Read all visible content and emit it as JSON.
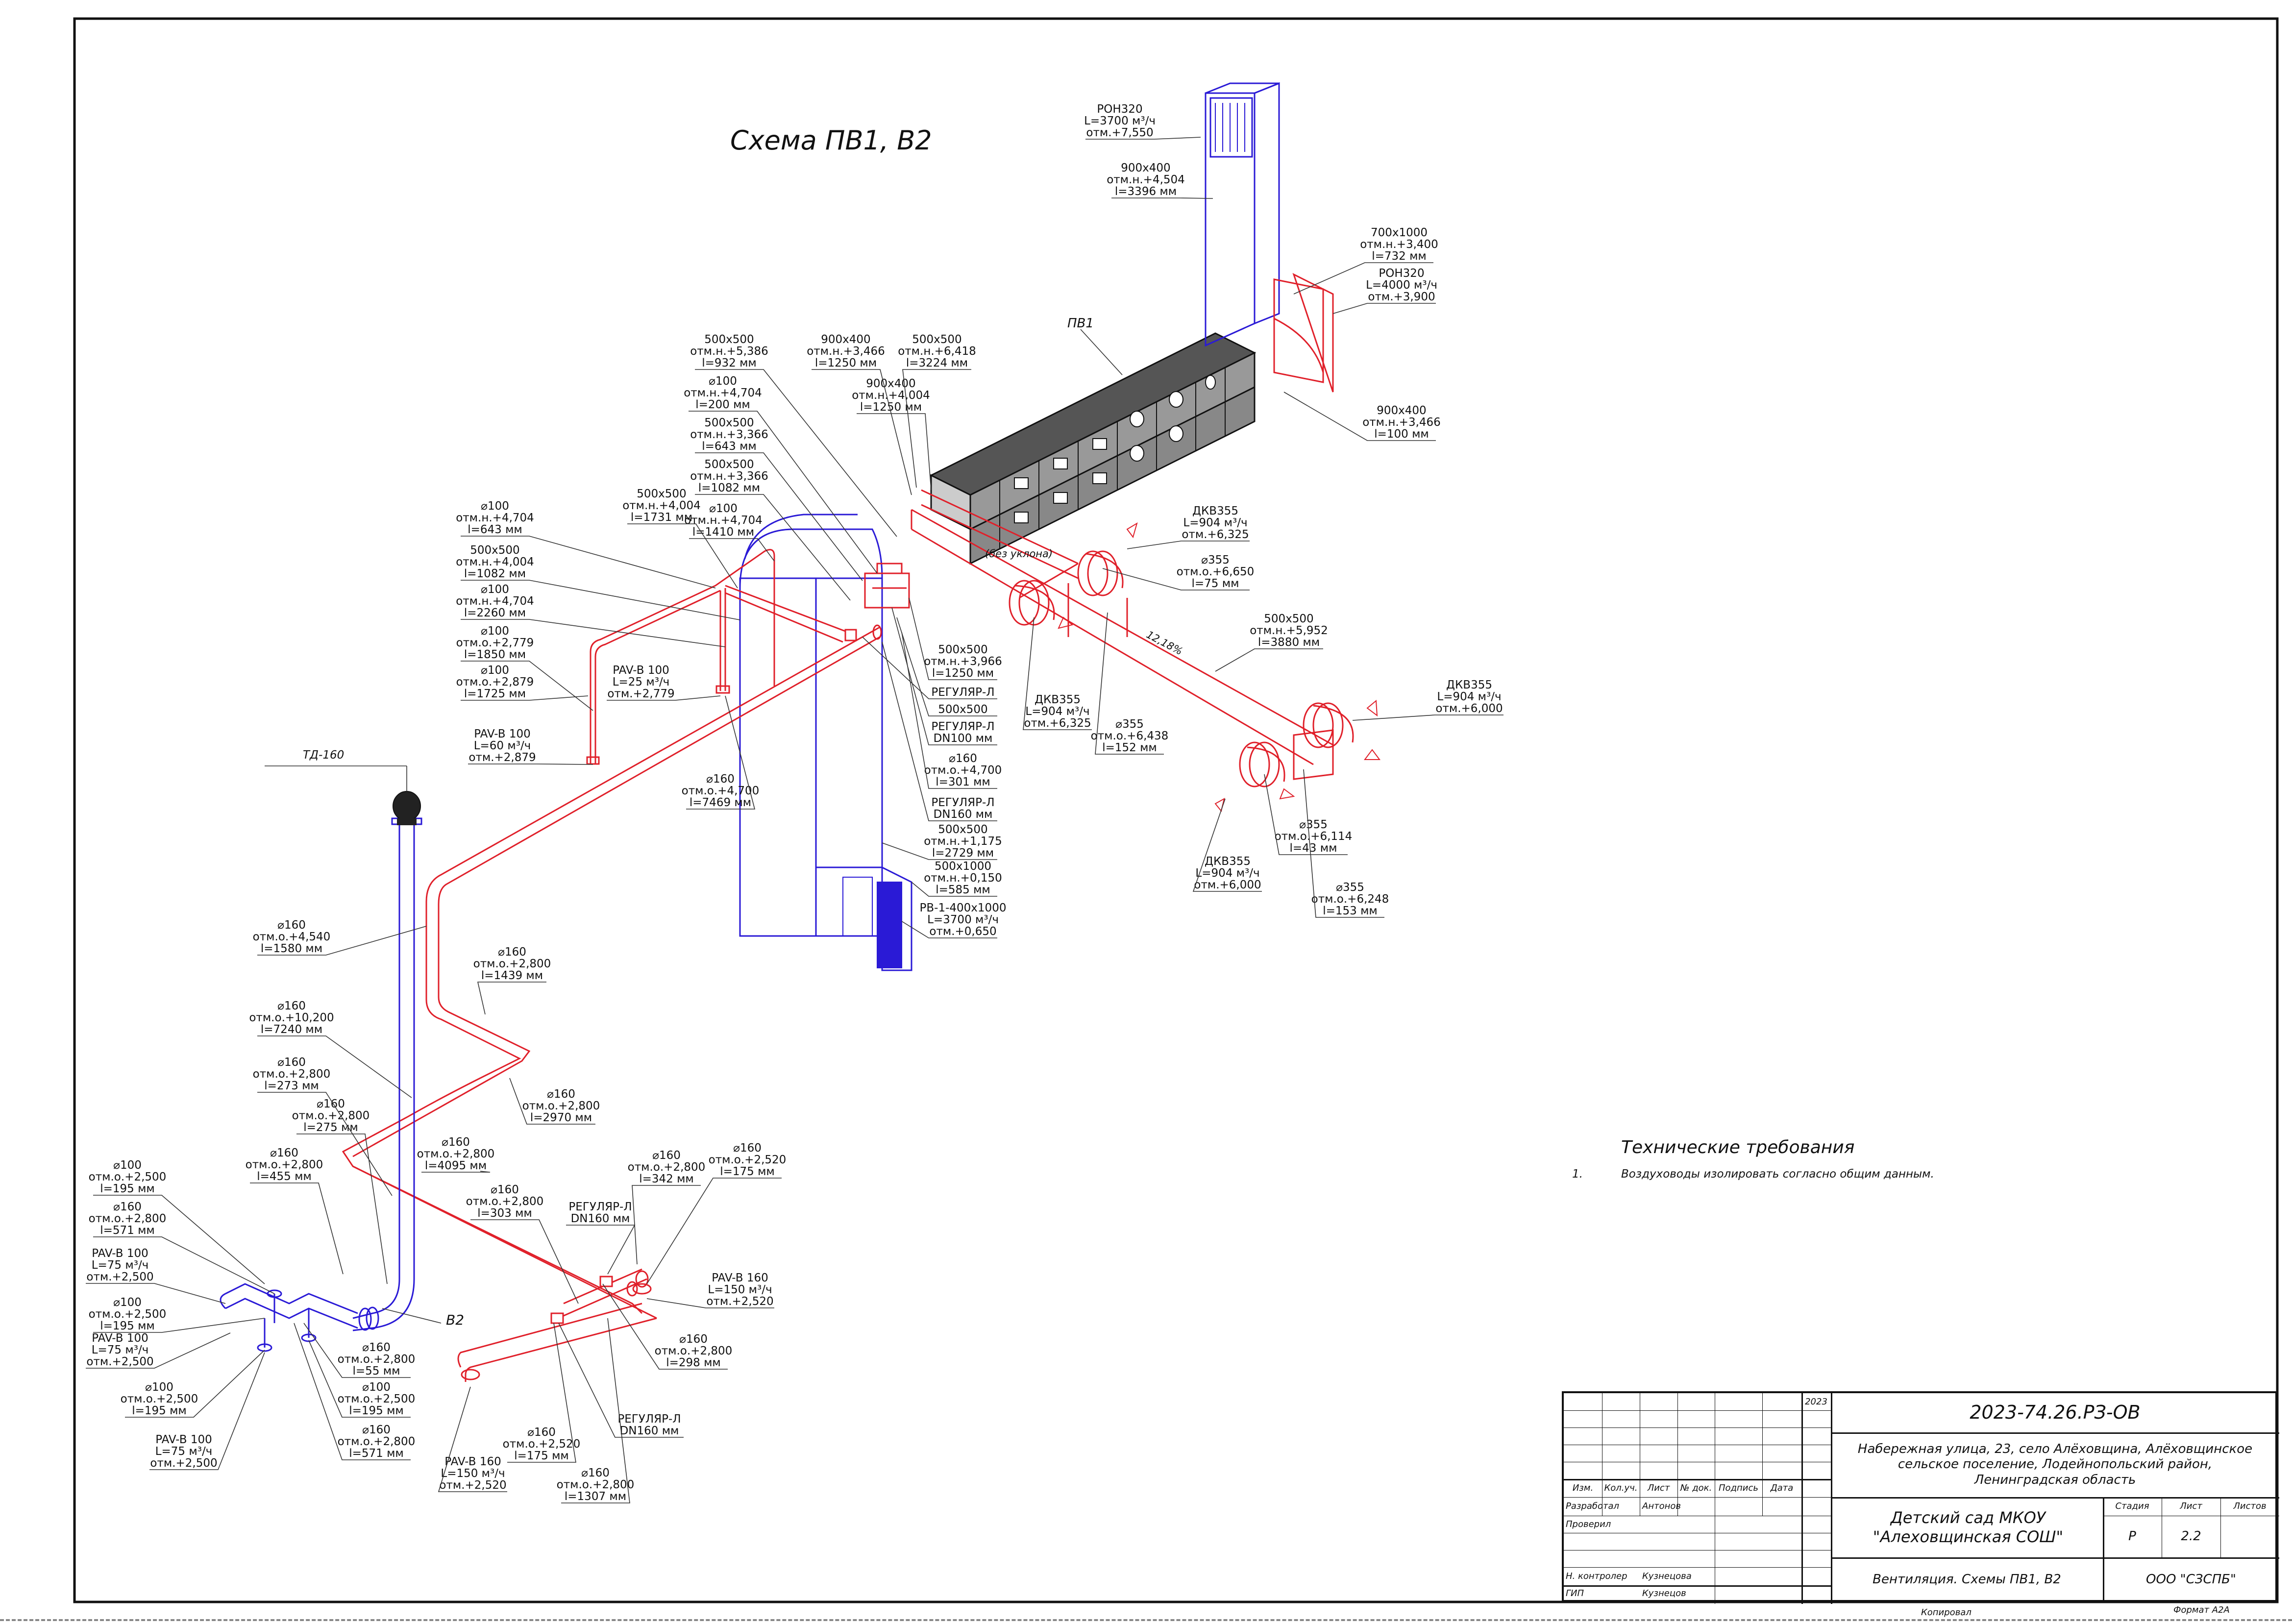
{
  "title": "Схема ПВ1, В2",
  "labels": {
    "pv1": "ПВ1",
    "b2": "В2",
    "td160": "ТД-160",
    "slope_note": "(без уклона)",
    "slope_pct": "12,18%"
  },
  "callouts": [
    {
      "id": "roh320-top",
      "lines": [
        "РОН320",
        "L=3700 м³/ч",
        "отм.+7,550"
      ]
    },
    {
      "id": "duct-900x400-top",
      "lines": [
        "900х400",
        "отм.н.+4,504",
        "l=3396 мм"
      ]
    },
    {
      "id": "duct-700x1000",
      "lines": [
        "700х1000",
        "отм.н.+3,400",
        "l=732 мм"
      ]
    },
    {
      "id": "roh320-right",
      "lines": [
        "РОН320",
        "L=4000 м³/ч",
        "отм.+3,900"
      ]
    },
    {
      "id": "duct-900x400-right",
      "lines": [
        "900х400",
        "отм.н.+3,466",
        "l=100 мм"
      ]
    },
    {
      "id": "duct-500x500-a",
      "lines": [
        "500х500",
        "отм.н.+5,386",
        "l=932 мм"
      ]
    },
    {
      "id": "duct-900x400-b",
      "lines": [
        "900х400",
        "отм.н.+3,466",
        "l=1250 мм"
      ]
    },
    {
      "id": "duct-500x500-b",
      "lines": [
        "500х500",
        "отм.н.+6,418",
        "l=3224 мм"
      ]
    },
    {
      "id": "pipe-100-a",
      "lines": [
        "⌀100",
        "отм.н.+4,704",
        "l=200 мм"
      ]
    },
    {
      "id": "duct-900x400-c",
      "lines": [
        "900х400",
        "отм.н.+4,004",
        "l=1250 мм"
      ]
    },
    {
      "id": "duct-500x500-c",
      "lines": [
        "500х500",
        "отм.н.+3,366",
        "l=643 мм"
      ]
    },
    {
      "id": "duct-500x500-d",
      "lines": [
        "500х500",
        "отм.н.+3,366",
        "l=1082 мм"
      ]
    },
    {
      "id": "duct-500x500-e",
      "lines": [
        "500х500",
        "отм.н.+4,004",
        "l=1731 мм"
      ]
    },
    {
      "id": "pipe-100-b",
      "lines": [
        "⌀100",
        "отм.н.+4,704",
        "l=1410 мм"
      ]
    },
    {
      "id": "pipe-100-c",
      "lines": [
        "⌀100",
        "отм.н.+4,704",
        "l=643 мм"
      ]
    },
    {
      "id": "duct-500x500-f",
      "lines": [
        "500х500",
        "отм.н.+4,004",
        "l=1082 мм"
      ]
    },
    {
      "id": "pipe-100-d",
      "lines": [
        "⌀100",
        "отм.н.+4,704",
        "l=2260 мм"
      ]
    },
    {
      "id": "pipe-100-e",
      "lines": [
        "⌀100",
        "отм.о.+2,779",
        "l=1850 мм"
      ]
    },
    {
      "id": "pipe-100-f",
      "lines": [
        "⌀100",
        "отм.о.+2,879",
        "l=1725 мм"
      ]
    },
    {
      "id": "pav-b100-a",
      "lines": [
        "PAV-B 100",
        "L=60 м³/ч",
        "отм.+2,879"
      ]
    },
    {
      "id": "pav-b100-b",
      "lines": [
        "PAV-B 100",
        "L=25 м³/ч",
        "отм.+2,779"
      ]
    },
    {
      "id": "dkv355-a",
      "lines": [
        "ДКВ355",
        "L=904 м³/ч",
        "отм.+6,325"
      ]
    },
    {
      "id": "pipe-355-a",
      "lines": [
        "⌀355",
        "отм.о.+6,650",
        "l=75 мм"
      ]
    },
    {
      "id": "duct-500x500-g",
      "lines": [
        "500х500",
        "отм.н.+5,952",
        "l=3880 мм"
      ]
    },
    {
      "id": "dkv355-b",
      "lines": [
        "ДКВ355",
        "L=904 м³/ч",
        "отм.+6,000"
      ]
    },
    {
      "id": "duct-500x500-h",
      "lines": [
        "500х500",
        "отм.н.+3,966",
        "l=1250 мм"
      ]
    },
    {
      "id": "regulyar-a",
      "lines": [
        "РЕГУЛЯР-Л"
      ]
    },
    {
      "id": "duct-500x500-i",
      "lines": [
        "500х500"
      ]
    },
    {
      "id": "regulyar-b",
      "lines": [
        "РЕГУЛЯР-Л",
        "DN100 мм"
      ]
    },
    {
      "id": "dkv355-c",
      "lines": [
        "ДКВ355",
        "L=904 м³/ч",
        "отм.+6,325"
      ]
    },
    {
      "id": "pipe-355-b",
      "lines": [
        "⌀355",
        "отм.о.+6,438",
        "l=152 мм"
      ]
    },
    {
      "id": "pipe-160-a",
      "lines": [
        "⌀160",
        "отм.о.+4,700",
        "l=301 мм"
      ]
    },
    {
      "id": "pipe-160-b",
      "lines": [
        "⌀160",
        "отм.о.+4,700",
        "l=7469 мм"
      ]
    },
    {
      "id": "regulyar-c",
      "lines": [
        "РЕГУЛЯР-Л",
        "DN160 мм"
      ]
    },
    {
      "id": "duct-500x500-j",
      "lines": [
        "500х500",
        "отм.н.+1,175",
        "l=2729 мм"
      ]
    },
    {
      "id": "duct-500x1000",
      "lines": [
        "500х1000",
        "отм.н.+0,150",
        "l=585 мм"
      ]
    },
    {
      "id": "rv-1",
      "lines": [
        "РВ-1-400х1000",
        "L=3700 м³/ч",
        "отм.+0,650"
      ]
    },
    {
      "id": "pipe-355-c",
      "lines": [
        "⌀355",
        "отм.о.+6,114",
        "l=43 мм"
      ]
    },
    {
      "id": "dkv355-d",
      "lines": [
        "ДКВ355",
        "L=904 м³/ч",
        "отм.+6,000"
      ]
    },
    {
      "id": "pipe-355-d",
      "lines": [
        "⌀355",
        "отм.о.+6,248",
        "l=153 мм"
      ]
    },
    {
      "id": "pipe-160-c",
      "lines": [
        "⌀160",
        "отм.о.+4,540",
        "l=1580 мм"
      ]
    },
    {
      "id": "pipe-160-d",
      "lines": [
        "⌀160",
        "отм.о.+2,800",
        "l=1439 мм"
      ]
    },
    {
      "id": "pipe-160-e",
      "lines": [
        "⌀160",
        "отм.о.+10,200",
        "l=7240 мм"
      ]
    },
    {
      "id": "pipe-160-f",
      "lines": [
        "⌀160",
        "отм.о.+2,800",
        "l=273 мм"
      ]
    },
    {
      "id": "pipe-160-g",
      "lines": [
        "⌀160",
        "отм.о.+2,800",
        "l=2970 мм"
      ]
    },
    {
      "id": "pipe-160-h",
      "lines": [
        "⌀160",
        "отм.о.+2,800",
        "l=275 мм"
      ]
    },
    {
      "id": "pipe-160-i",
      "lines": [
        "⌀160",
        "отм.о.+2,800",
        "l=4095 мм"
      ]
    },
    {
      "id": "pipe-160-j",
      "lines": [
        "⌀160",
        "отм.о.+2,800",
        "l=455 мм"
      ]
    },
    {
      "id": "pipe-160-k",
      "lines": [
        "⌀160",
        "отм.о.+2,800",
        "l=303 мм"
      ]
    },
    {
      "id": "pipe-160-l",
      "lines": [
        "⌀160",
        "отм.о.+2,800",
        "l=342 мм"
      ]
    },
    {
      "id": "pipe-160-m",
      "lines": [
        "⌀160",
        "отм.о.+2,520",
        "l=175 мм"
      ]
    },
    {
      "id": "pipe-100-g",
      "lines": [
        "⌀100",
        "отм.о.+2,500",
        "l=195 мм"
      ]
    },
    {
      "id": "pipe-160-n",
      "lines": [
        "⌀160",
        "отм.о.+2,800",
        "l=571 мм"
      ]
    },
    {
      "id": "pav-b100-c",
      "lines": [
        "PAV-B 100",
        "L=75 м³/ч",
        "отм.+2,500"
      ]
    },
    {
      "id": "pipe-100-h",
      "lines": [
        "⌀100",
        "отм.о.+2,500",
        "l=195 мм"
      ]
    },
    {
      "id": "pav-b100-d",
      "lines": [
        "PAV-B 100",
        "L=75 м³/ч",
        "отм.+2,500"
      ]
    },
    {
      "id": "regulyar-d",
      "lines": [
        "РЕГУЛЯР-Л",
        "DN160 мм"
      ]
    },
    {
      "id": "pav-b160-a",
      "lines": [
        "PAV-B 160",
        "L=150 м³/ч",
        "отм.+2,520"
      ]
    },
    {
      "id": "pipe-160-o",
      "lines": [
        "⌀160",
        "отм.о.+2,800",
        "l=55 мм"
      ]
    },
    {
      "id": "pipe-100-i",
      "lines": [
        "⌀100",
        "отм.о.+2,500",
        "l=195 мм"
      ]
    },
    {
      "id": "pipe-160-p",
      "lines": [
        "⌀160",
        "отм.о.+2,800",
        "l=298 мм"
      ]
    },
    {
      "id": "pipe-100-j",
      "lines": [
        "⌀100",
        "отм.о.+2,500",
        "l=195 мм"
      ]
    },
    {
      "id": "pipe-160-q",
      "lines": [
        "⌀160",
        "отм.о.+2,800",
        "l=571 мм"
      ]
    },
    {
      "id": "pav-b100-e",
      "lines": [
        "PAV-B 100",
        "L=75 м³/ч",
        "отм.+2,500"
      ]
    },
    {
      "id": "pipe-160-r",
      "lines": [
        "⌀160",
        "отм.о.+2,520",
        "l=175 мм"
      ]
    },
    {
      "id": "regulyar-e",
      "lines": [
        "РЕГУЛЯР-Л",
        "DN160 мм"
      ]
    },
    {
      "id": "pav-b160-b",
      "lines": [
        "PAV-B 160",
        "L=150 м³/ч",
        "отм.+2,520"
      ]
    },
    {
      "id": "pipe-160-s",
      "lines": [
        "⌀160",
        "отм.о.+2,800",
        "l=1307 мм"
      ]
    }
  ],
  "requirements": {
    "heading": "Технические требования",
    "items": [
      {
        "num": "1.",
        "text": "Воздуховоды изолировать согласно общим данным."
      }
    ]
  },
  "stamp": {
    "year": "2023",
    "code": "2023-74.26.РЗ-ОВ",
    "address": "Набережная улица, 23, село Алёховщина, Алёховщинское сельское поселение, Лодейнопольский район, Ленинградская область",
    "col_izm": "Изм.",
    "col_koluch": "Кол.уч.",
    "col_list": "Лист",
    "col_ndok": "№ док.",
    "col_podpis": "Подпись",
    "col_data": "Дата",
    "razrabotal": "Разработал",
    "razrabotal_name": "Антонов",
    "proveril": "Проверил",
    "nkontroler": "Н. контролер",
    "nkontroler_name": "Кузнецова",
    "gip": "ГИП",
    "gip_name": "Кузнецов",
    "object": "Детский сад МКОУ \"Алеховщинская СОШ\"",
    "stadiya": "Стадия",
    "list": "Лист",
    "listov": "Листов",
    "stadiya_val": "Р",
    "list_val": "2.2",
    "sheet_name": "Вентиляция. Схемы ПВ1, В2",
    "company": "ООО \"СЗСПБ\""
  },
  "footer": {
    "copied": "Копировал",
    "format": "Формат А2А"
  }
}
